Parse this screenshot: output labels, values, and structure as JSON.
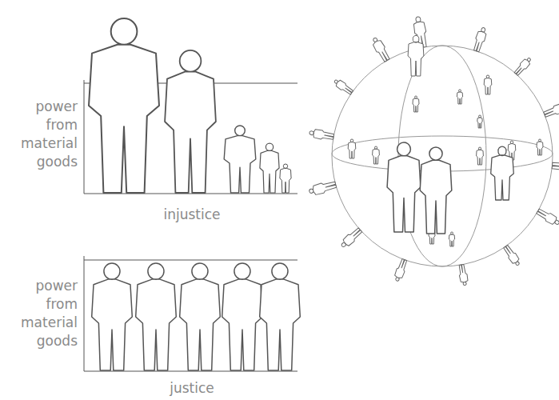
{
  "diagram": {
    "labels": [
      "power from material goods",
      "injustice",
      "power from material goods",
      "justice"
    ]
  }
}
